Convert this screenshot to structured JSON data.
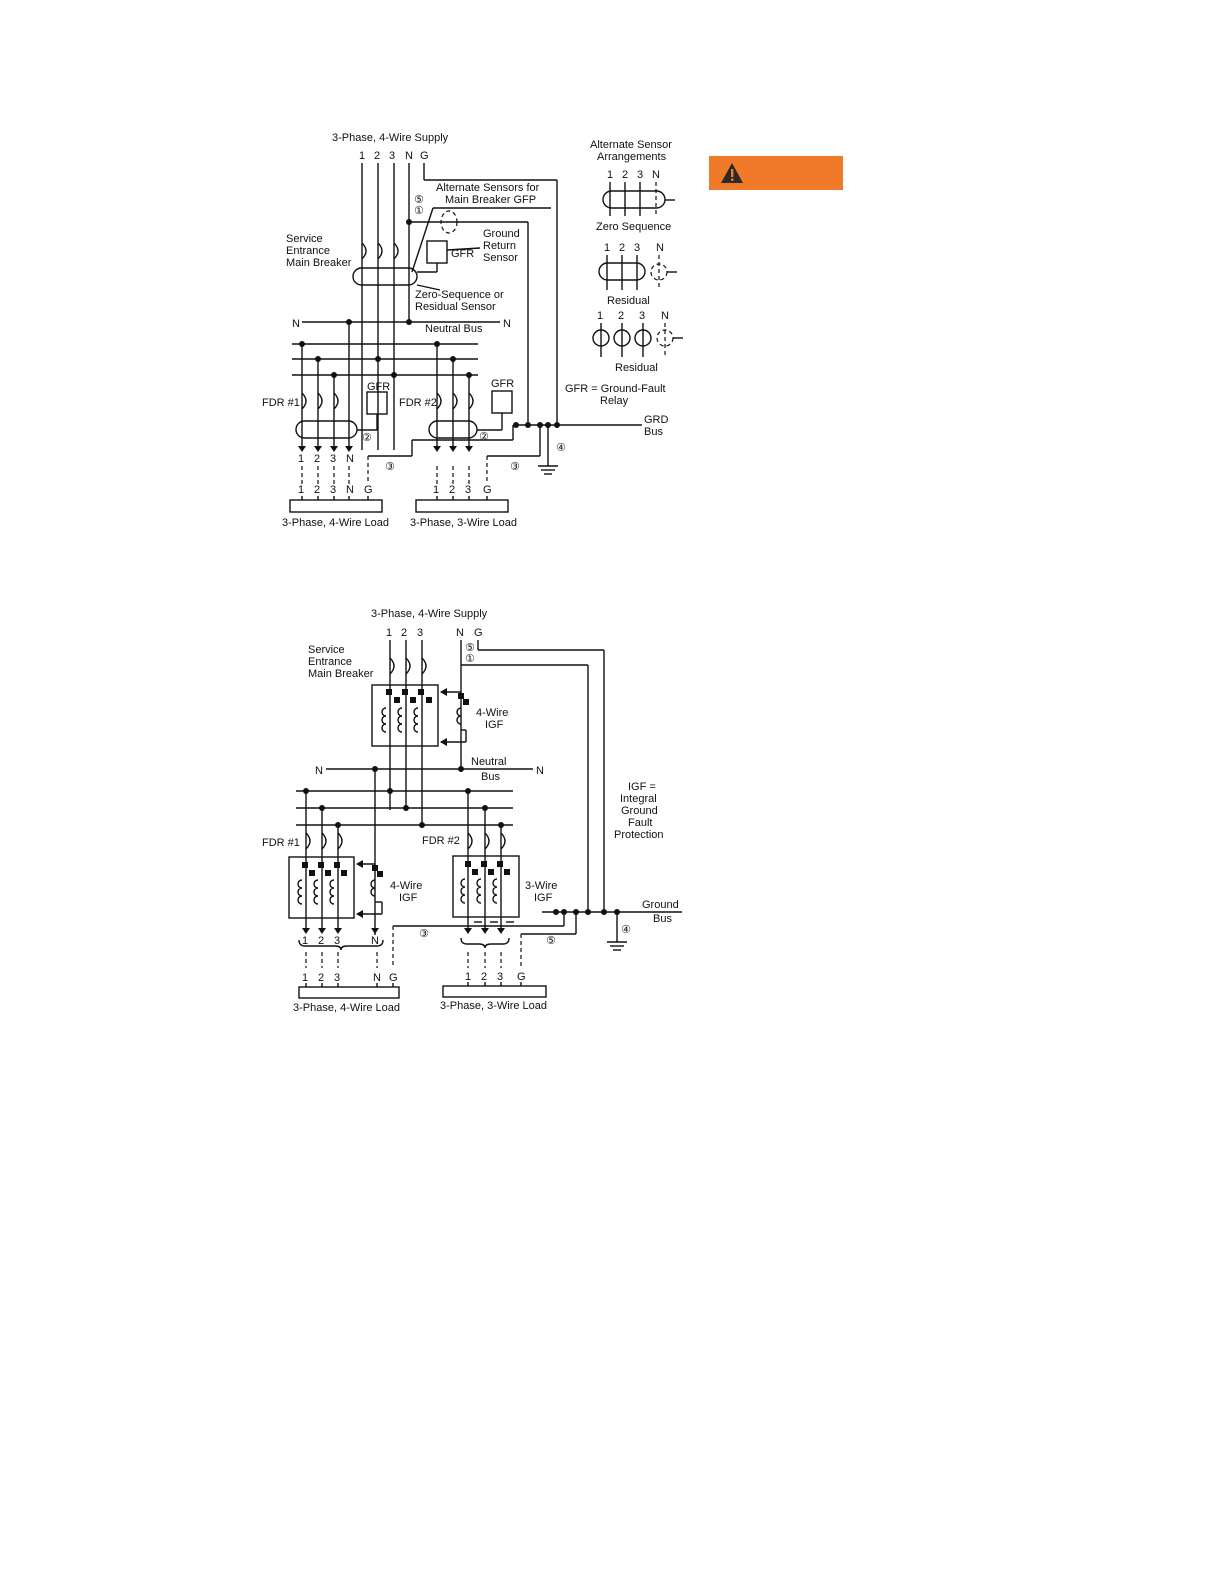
{
  "diagram1": {
    "supply": "3-Phase, 4-Wire Supply",
    "supply_terminals": [
      "1",
      "2",
      "3",
      "N",
      "G"
    ],
    "alt_sensors_main": "Alternate Sensors for\nMain Breaker GFP",
    "service_breaker": "Service\nEntrance\nMain Breaker",
    "gfr": "GFR",
    "ground_return_sensor": "Ground\nReturn\nSensor",
    "zero_seq_residual": "Zero-Sequence or\nResidual Sensor",
    "n_left": "N",
    "n_right": "N",
    "neutral_bus": "Neutral Bus",
    "fdr1": "FDR #1",
    "fdr2": "FDR #2",
    "gfr_fdr1": "GFR",
    "gfr_fdr2": "GFR",
    "gfr_def": "GFR = Ground-Fault\nRelay",
    "grd_bus": "GRD\nBus",
    "load1_top": [
      "1",
      "2",
      "3",
      "N"
    ],
    "load1_bottom": [
      "1",
      "2",
      "3",
      "N",
      "G"
    ],
    "load2_bottom": [
      "1",
      "2",
      "3",
      "G"
    ],
    "load1": "3-Phase, 4-Wire Load",
    "load2": "3-Phase, 3-Wire Load",
    "alt_arrangements": "Alternate Sensor\nArrangements",
    "alt_terms": [
      "1",
      "2",
      "3",
      "N"
    ],
    "zero_sequence": "Zero Sequence",
    "residual": "Residual",
    "circled": {
      "c1": "①",
      "c2": "②",
      "c3": "③",
      "c4": "④",
      "c5": "⑤"
    }
  },
  "diagram2": {
    "supply": "3-Phase, 4-Wire Supply",
    "supply_terminals": [
      "1",
      "2",
      "3",
      "N",
      "G"
    ],
    "service_breaker": "Service\nEntrance\nMain Breaker",
    "igf4_main": "4-Wire\nIGF",
    "n_left": "N",
    "n_right": "N",
    "neutral_bus": "Neutral\nBus",
    "igf_def": "IGF =\nIntegral\nGround\nFault\nProtection",
    "fdr1": "FDR #1",
    "fdr2": "FDR #2",
    "igf4_fdr": "4-Wire\nIGF",
    "igf3_fdr": "3-Wire\nIGF",
    "ground_bus": "Ground\nBus",
    "load1_top": [
      "1",
      "2",
      "3",
      "N"
    ],
    "load1_bottom": [
      "1",
      "2",
      "3",
      "N",
      "G"
    ],
    "load2_bottom": [
      "1",
      "2",
      "3",
      "G"
    ],
    "load1": "3-Phase, 4-Wire Load",
    "load2": "3-Phase, 3-Wire Load"
  },
  "warning_icon": "warning-triangle-icon",
  "colors": {
    "badge": "#f07a2a"
  }
}
